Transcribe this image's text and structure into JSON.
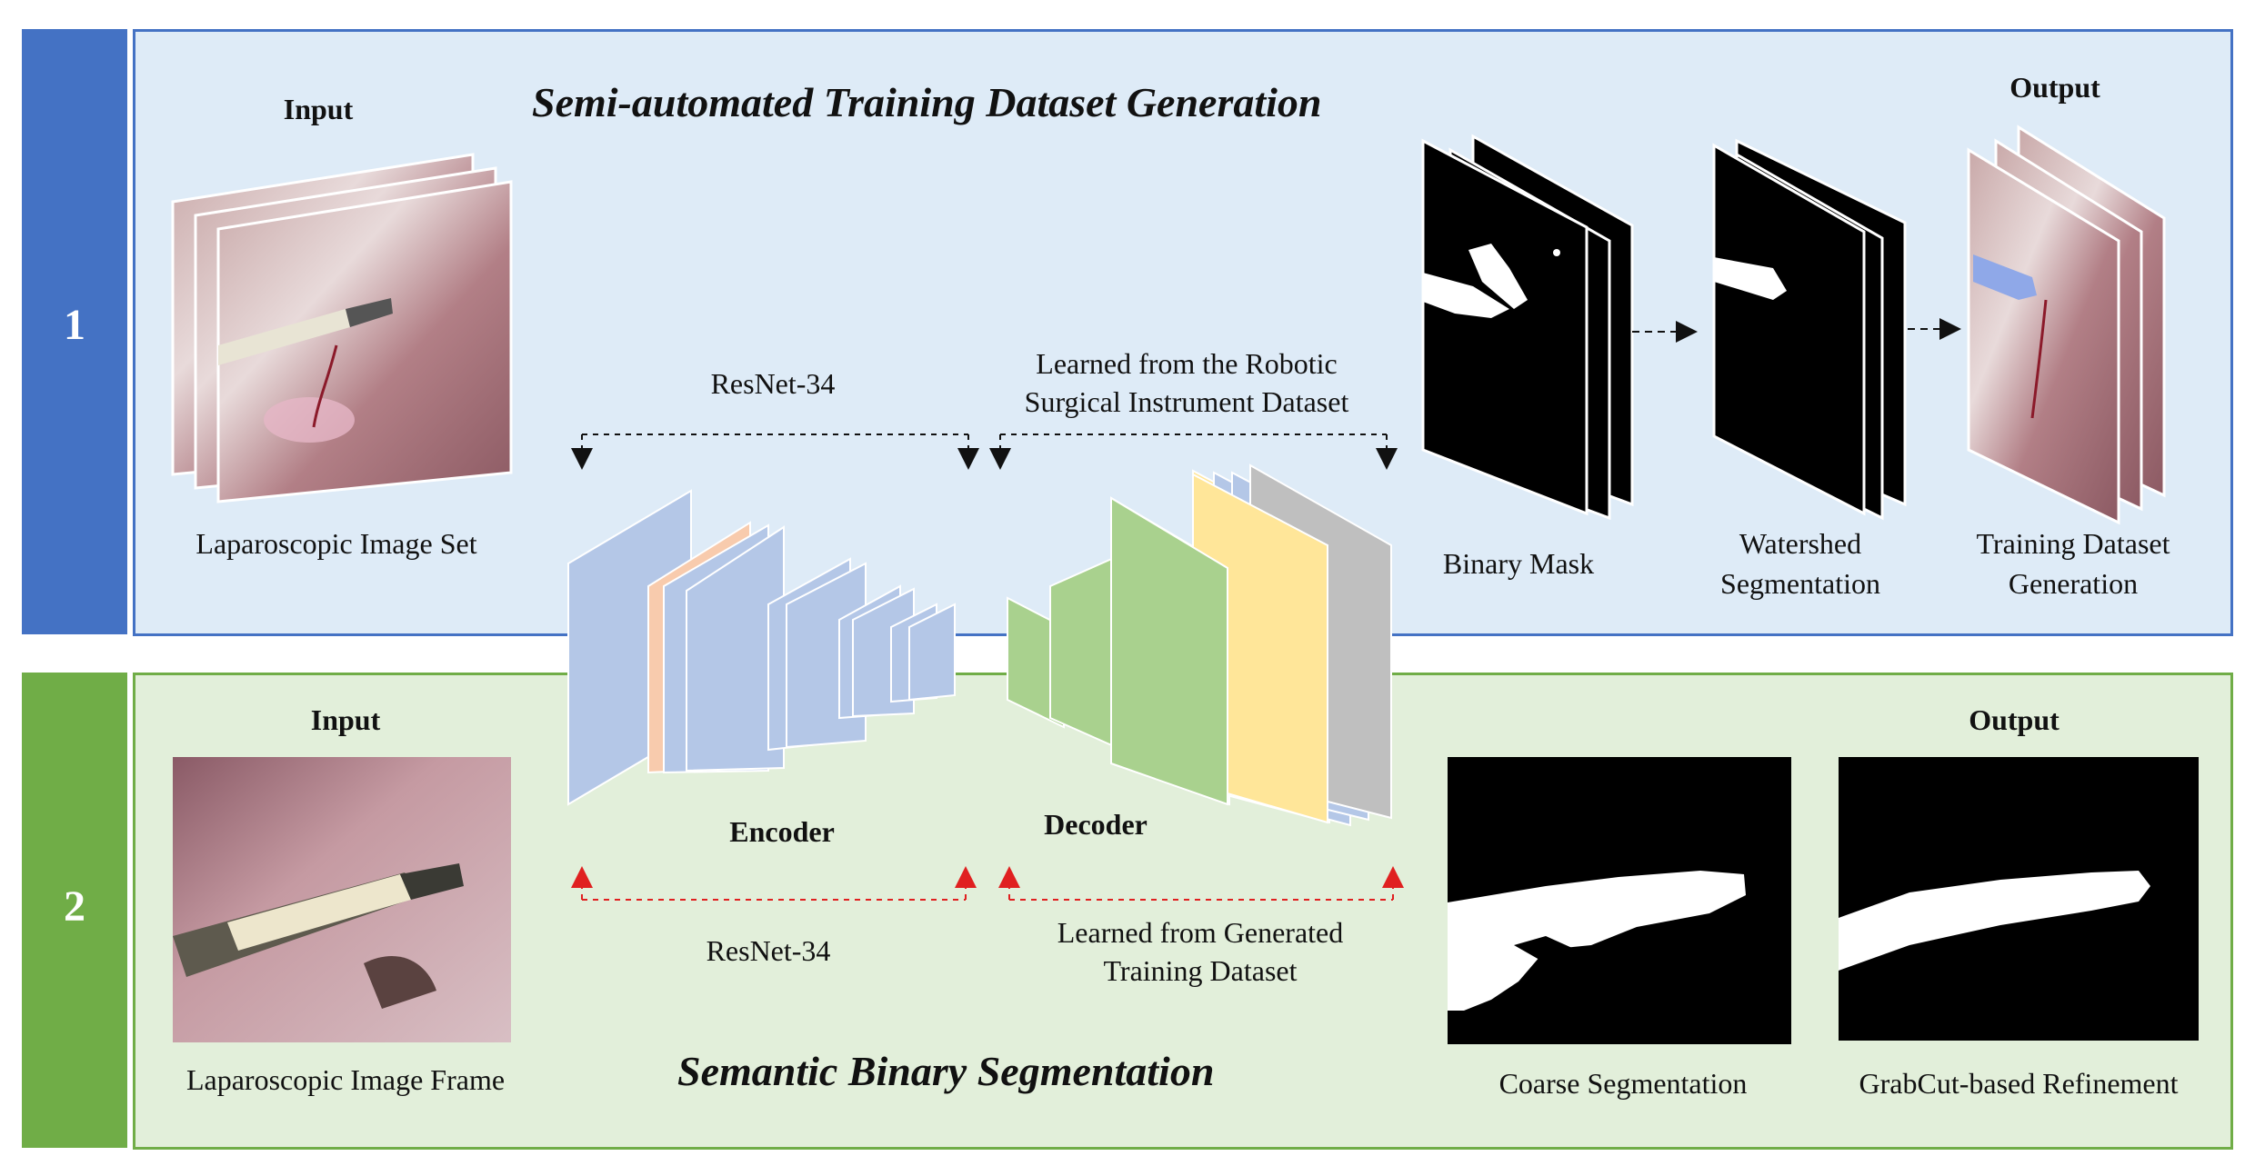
{
  "panel1": {
    "number": "1",
    "title": "Semi-automated Training Dataset Generation",
    "input_heading": "Input",
    "output_heading": "Output",
    "input_caption": "Laparoscopic Image  Set",
    "resnet_label": "ResNet-34",
    "learned_line1": "Learned from the Robotic",
    "learned_line2": "Surgical Instrument Dataset",
    "binary_mask_label": "Binary Mask",
    "watershed_line1": "Watershed",
    "watershed_line2": "Segmentation",
    "training_line1": "Training Dataset",
    "training_line2": "Generation"
  },
  "panel2": {
    "number": "2",
    "title": "Semantic Binary Segmentation",
    "input_heading": "Input",
    "output_heading": "Output",
    "input_caption": "Laparoscopic Image Frame",
    "encoder_label": "Encoder",
    "decoder_label": "Decoder",
    "resnet_label": "ResNet-34",
    "learned_line1": "Learned from Generated",
    "learned_line2": "Training  Dataset",
    "coarse_label": "Coarse Segmentation",
    "grabcut_label": "GrabCut-based Refinement"
  },
  "colors": {
    "panel1_bar": "#4472c4",
    "panel1_bg": "#deebf7",
    "panel2_bar": "#70ad47",
    "panel2_bg": "#e2efda",
    "encoder_block": "#b4c7e7",
    "encoder_accent": "#f8cbad",
    "decoder_green": "#a9d18e",
    "decoder_yellow": "#ffe699",
    "decoder_gray": "#bfbfbf",
    "arrow_red": "#e02020"
  }
}
